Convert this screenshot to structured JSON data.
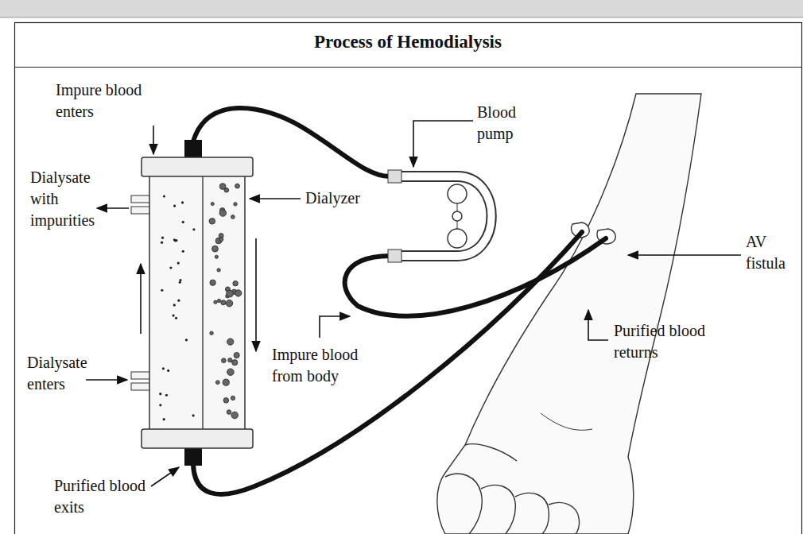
{
  "diagram": {
    "title": "Process of Hemodialysis",
    "labels": [
      "Impure blood enters",
      "Dialysate with impurities",
      "Dialyzer",
      "Blood pump",
      "AV fistula",
      "Purified blood returns",
      "Impure blood from body",
      "Dialysate enters",
      "Purified blood exits"
    ]
  }
}
